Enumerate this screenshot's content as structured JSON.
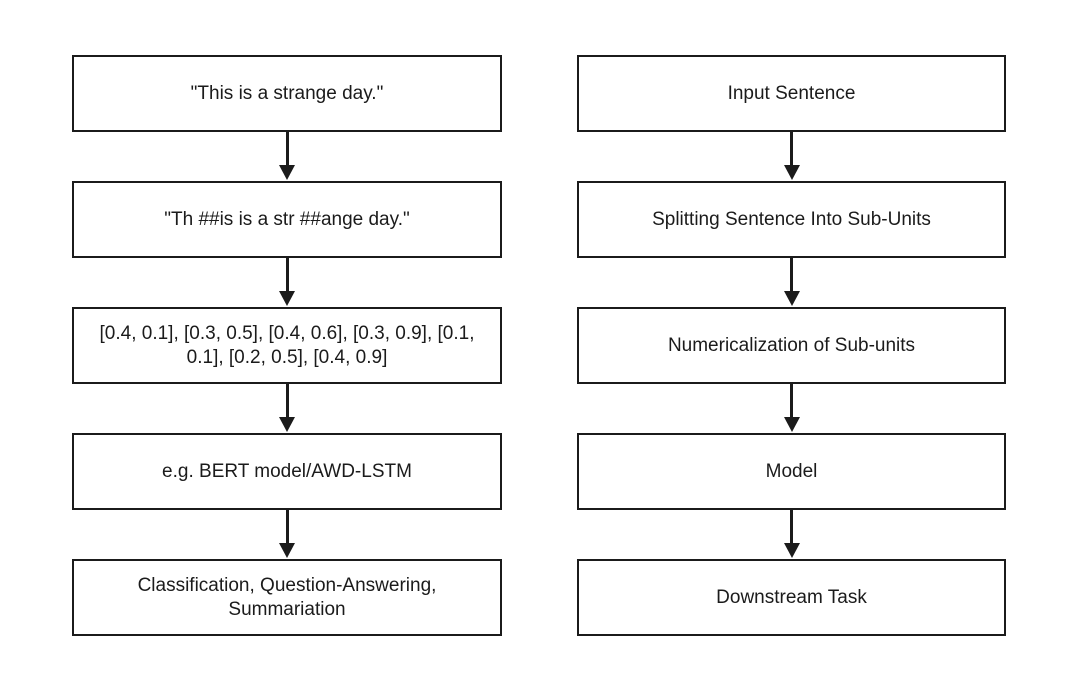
{
  "colors": {
    "background": "#ffffff",
    "line": "#1b1b1b",
    "text": "#1b1b1b"
  },
  "left_column": {
    "boxes": [
      "\"This is a strange day.\"",
      "\"Th ##is is a str ##ange day.\"",
      "[0.4, 0.1], [0.3, 0.5], [0.4, 0.6], [0.3, 0.9], [0.1, 0.1], [0.2, 0.5], [0.4, 0.9]",
      "e.g. BERT model/AWD-LSTM",
      "Classification, Question-Answering, Summariation"
    ]
  },
  "right_column": {
    "boxes": [
      "Input Sentence",
      "Splitting Sentence Into Sub-Units",
      "Numericalization of Sub-units",
      "Model",
      "Downstream Task"
    ]
  }
}
